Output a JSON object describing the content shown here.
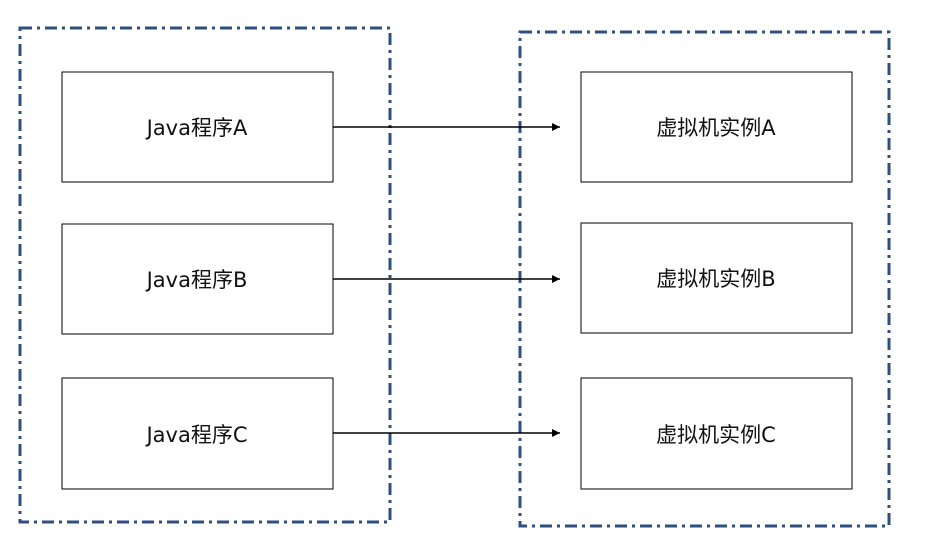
{
  "diagram": {
    "groups": [
      {
        "id": "left"
      },
      {
        "id": "right"
      }
    ],
    "nodes": {
      "java_a": "Java程序A",
      "java_b": "Java程序B",
      "java_c": "Java程序C",
      "vm_a": "虚拟机实例A",
      "vm_b": "虚拟机实例B",
      "vm_c": "虚拟机实例C"
    },
    "edges": [
      {
        "from": "java_a",
        "to": "vm_a"
      },
      {
        "from": "java_b",
        "to": "vm_b"
      },
      {
        "from": "java_c",
        "to": "vm_c"
      }
    ],
    "colors": {
      "group_border": "#2f4f7f",
      "node_border": "#000000",
      "edge": "#000000"
    }
  }
}
